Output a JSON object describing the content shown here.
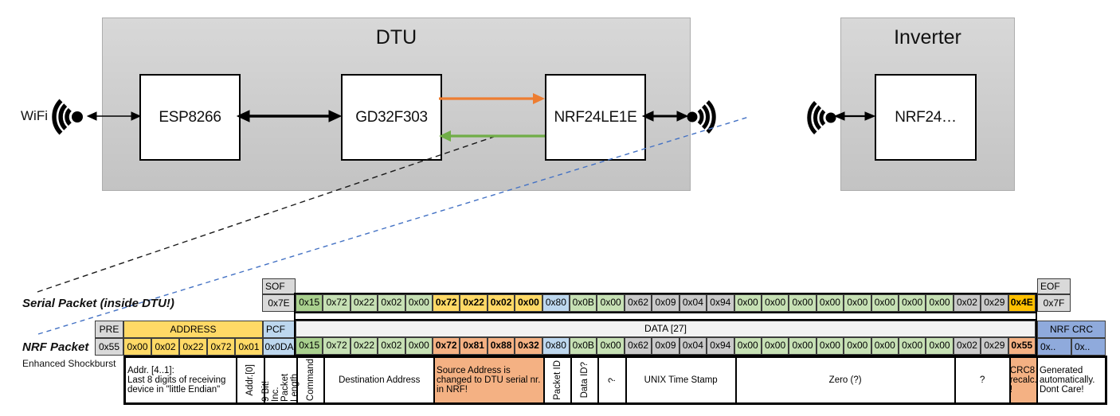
{
  "diagram": {
    "wifi_label": "WiFi",
    "dtu": {
      "title": "DTU",
      "components": [
        "ESP8266",
        "GD32F303",
        "NRF24LE1E"
      ]
    },
    "inverter": {
      "title": "Inverter",
      "components": [
        "NRF24…"
      ]
    }
  },
  "serial_packet": {
    "label": "Serial Packet (inside DTU!)",
    "sof": {
      "header": "SOF",
      "value": "0x7E"
    },
    "eof": {
      "header": "EOF",
      "value": "0x7F"
    },
    "bytes": [
      {
        "v": "0x15",
        "c": "gdark"
      },
      {
        "v": "0x72",
        "c": "glight"
      },
      {
        "v": "0x22",
        "c": "glight"
      },
      {
        "v": "0x02",
        "c": "glight"
      },
      {
        "v": "0x00",
        "c": "glight"
      },
      {
        "v": "0x72",
        "c": "yellow",
        "b": true
      },
      {
        "v": "0x22",
        "c": "yellow",
        "b": true
      },
      {
        "v": "0x02",
        "c": "yellow",
        "b": true
      },
      {
        "v": "0x00",
        "c": "yellow",
        "b": true
      },
      {
        "v": "0x80",
        "c": "blue"
      },
      {
        "v": "0x0B",
        "c": "glight"
      },
      {
        "v": "0x00",
        "c": "glight"
      },
      {
        "v": "0x62",
        "c": "gray"
      },
      {
        "v": "0x09",
        "c": "gray"
      },
      {
        "v": "0x04",
        "c": "gray"
      },
      {
        "v": "0x94",
        "c": "gray"
      },
      {
        "v": "0x00",
        "c": "glight"
      },
      {
        "v": "0x00",
        "c": "glight"
      },
      {
        "v": "0x00",
        "c": "glight"
      },
      {
        "v": "0x00",
        "c": "glight"
      },
      {
        "v": "0x00",
        "c": "glight"
      },
      {
        "v": "0x00",
        "c": "glight"
      },
      {
        "v": "0x00",
        "c": "glight"
      },
      {
        "v": "0x00",
        "c": "glight"
      },
      {
        "v": "0x02",
        "c": "gray"
      },
      {
        "v": "0x29",
        "c": "gray"
      },
      {
        "v": "0x4E",
        "c": "gold",
        "b": true
      }
    ]
  },
  "nrf_packet": {
    "label": "NRF Packet",
    "sublabel": "Enhanced Shockburst",
    "pre": {
      "header": "PRE",
      "value": "0x55"
    },
    "address": {
      "header": "ADDRESS",
      "values": [
        "0x00",
        "0x02",
        "0x22",
        "0x72",
        "0x01"
      ]
    },
    "pcf": {
      "header": "PCF",
      "value": "0x0DA"
    },
    "data_header": "DATA [27]",
    "bytes": [
      {
        "v": "0x15",
        "c": "gdark"
      },
      {
        "v": "0x72",
        "c": "glight"
      },
      {
        "v": "0x22",
        "c": "glight"
      },
      {
        "v": "0x02",
        "c": "glight"
      },
      {
        "v": "0x00",
        "c": "glight"
      },
      {
        "v": "0x72",
        "c": "orange",
        "b": true
      },
      {
        "v": "0x81",
        "c": "orange",
        "b": true
      },
      {
        "v": "0x88",
        "c": "orange",
        "b": true
      },
      {
        "v": "0x32",
        "c": "orange",
        "b": true
      },
      {
        "v": "0x80",
        "c": "blue"
      },
      {
        "v": "0x0B",
        "c": "glight"
      },
      {
        "v": "0x00",
        "c": "glight"
      },
      {
        "v": "0x62",
        "c": "gray"
      },
      {
        "v": "0x09",
        "c": "gray"
      },
      {
        "v": "0x04",
        "c": "gray"
      },
      {
        "v": "0x94",
        "c": "gray"
      },
      {
        "v": "0x00",
        "c": "glight"
      },
      {
        "v": "0x00",
        "c": "glight"
      },
      {
        "v": "0x00",
        "c": "glight"
      },
      {
        "v": "0x00",
        "c": "glight"
      },
      {
        "v": "0x00",
        "c": "glight"
      },
      {
        "v": "0x00",
        "c": "glight"
      },
      {
        "v": "0x00",
        "c": "glight"
      },
      {
        "v": "0x00",
        "c": "glight"
      },
      {
        "v": "0x02",
        "c": "gray"
      },
      {
        "v": "0x29",
        "c": "gray"
      },
      {
        "v": "0x55",
        "c": "orange",
        "b": true
      }
    ],
    "crc": {
      "header": "NRF CRC",
      "values": [
        "0x..",
        "0x.."
      ]
    }
  },
  "annotations": [
    {
      "text": "Addr. [4..1]:\nLast 8 digits of receiving device in \"little Endian\"",
      "w": "addr4",
      "align": "left"
    },
    {
      "text": "Addr.[0]",
      "w": "addr1",
      "vert": true
    },
    {
      "text": "9 Bit!\nInc. Packet\nLength",
      "w": "pcf",
      "vert": true
    },
    {
      "text": "Command",
      "w": "b1",
      "vert": true
    },
    {
      "text": "Destination Address",
      "w": "b4"
    },
    {
      "text": "Source Address is changed to DTU serial nr. in NRF!",
      "w": "b4",
      "bg": "orange",
      "align": "left"
    },
    {
      "text": "Packet ID",
      "w": "b1",
      "vert": true
    },
    {
      "text": "Data ID?",
      "w": "b1",
      "vert": true
    },
    {
      "text": "?",
      "w": "b1",
      "vert": true
    },
    {
      "text": "UNIX Time Stamp",
      "w": "b4"
    },
    {
      "text": "Zero (?)",
      "w": "b8"
    },
    {
      "text": "?",
      "w": "b2"
    },
    {
      "text": "CRC8 recalc. !",
      "w": "b1",
      "bg": "orange"
    },
    {
      "text": "Generated automatically. Dont Care!",
      "w": "crc2"
    }
  ],
  "colors": {
    "gdark": "#a9d08e",
    "glight": "#c6e0b4",
    "yellow": "#ffd966",
    "blue": "#bdd7ee",
    "gray": "#c9c9c9",
    "gold": "#ffc000",
    "orange": "#f4b183",
    "crcblue": "#8faadc",
    "header_gray": "#d9d9d9",
    "data_header": "#f2f2f2",
    "arrow_orange": "#ed7d31",
    "arrow_green": "#70ad47",
    "dashed_blue": "#4472c4",
    "arrow_black": "#000000"
  }
}
